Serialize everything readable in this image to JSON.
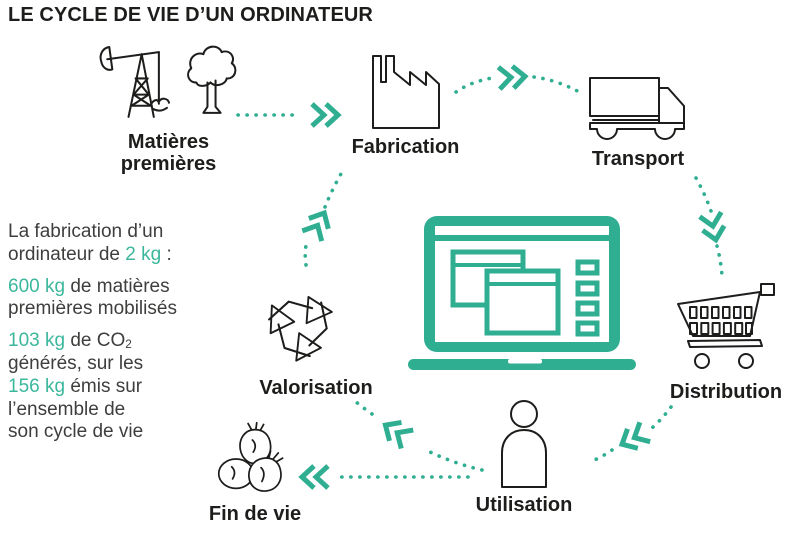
{
  "title": "LE CYCLE DE VIE D’UN ORDINATEUR",
  "colors": {
    "accent": "#2fae91",
    "highlight": "#3cb79c",
    "ink": "#1d1d1b",
    "body_text": "#3e3e3d"
  },
  "stages": [
    {
      "label": "Matières premières",
      "icon": "oil-pump-and-tree-icon"
    },
    {
      "label": "Fabrication",
      "icon": "factory-icon"
    },
    {
      "label": "Transport",
      "icon": "truck-icon"
    },
    {
      "label": "Distribution",
      "icon": "shopping-cart-icon"
    },
    {
      "label": "Utilisation",
      "icon": "person-icon"
    },
    {
      "label": "Fin de vie",
      "icon": "trash-bags-icon"
    },
    {
      "label": "Valorisation",
      "icon": "recycling-icon"
    }
  ],
  "center": {
    "icon": "laptop-icon"
  },
  "fact_text": {
    "paragraphs": [
      {
        "segments": [
          {
            "text": "La fabrication d’un\nordinateur de "
          },
          {
            "text": "2 kg",
            "highlight": true
          },
          {
            "text": " :"
          }
        ]
      },
      {
        "segments": [
          {
            "text": "600 kg",
            "highlight": true
          },
          {
            "text": " de matières\npremières mobilisés"
          }
        ]
      },
      {
        "segments": [
          {
            "text": "103 kg",
            "highlight": true
          },
          {
            "text": " de CO"
          },
          {
            "text": "2",
            "sub": true
          },
          {
            "text": "\ngénérés, sur les\n"
          },
          {
            "text": "156 kg",
            "highlight": true
          },
          {
            "text": " émis sur\nl’ensemble de\nson cycle de vie"
          }
        ]
      }
    ]
  }
}
